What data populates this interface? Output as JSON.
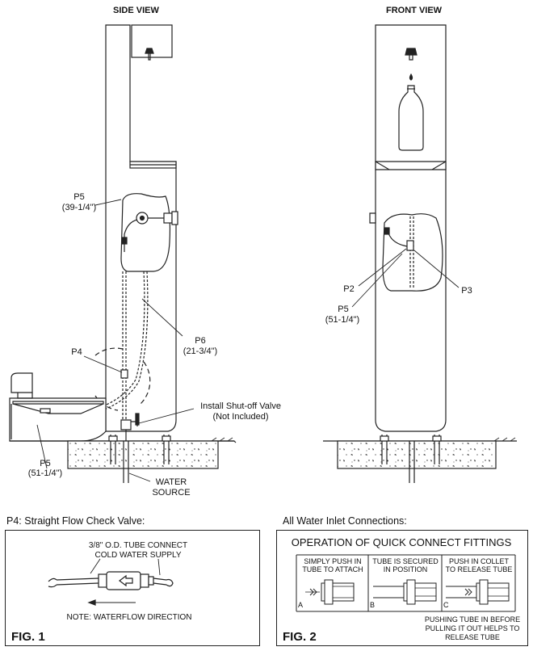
{
  "views": {
    "side": "SIDE VIEW",
    "front": "FRONT VIEW"
  },
  "side_labels": {
    "p5_top": "P5",
    "p5_top_dim": "(39-1/4\")",
    "p6": "P6",
    "p6_dim": "(21-3/4\")",
    "p4": "P4",
    "valve_line1": "Install Shut-off Valve",
    "valve_line2": "(Not Included)",
    "p5_bottom": "P5",
    "p5_bottom_dim": "(51-1/4\")",
    "water_line1": "WATER",
    "water_line2": "SOURCE"
  },
  "front_labels": {
    "p2": "P2",
    "p3": "P3",
    "p5": "P5",
    "p5_dim": "(51-1/4\")"
  },
  "fig1": {
    "section_title": "P4: Straight Flow Check Valve:",
    "caption_line1": "3/8\" O.D. TUBE CONNECT",
    "caption_line2": "COLD WATER SUPPLY",
    "note": "NOTE: WATERFLOW DIRECTION",
    "label": "FIG. 1"
  },
  "fig2": {
    "section_title": "All Water Inlet Connections:",
    "title": "OPERATION OF QUICK CONNECT FITTINGS",
    "steps": [
      {
        "letter": "A",
        "line1": "SIMPLY PUSH IN",
        "line2": "TUBE TO ATTACH"
      },
      {
        "letter": "B",
        "line1": "TUBE IS SECURED",
        "line2": "IN POSITION"
      },
      {
        "letter": "C",
        "line1": "PUSH IN COLLET",
        "line2": "TO RELEASE TUBE"
      }
    ],
    "tip_line1": "PUSHING TUBE IN BEFORE",
    "tip_line2": "PULLING IT OUT HELPS TO",
    "tip_line3": "RELEASE TUBE",
    "label": "FIG. 2"
  }
}
